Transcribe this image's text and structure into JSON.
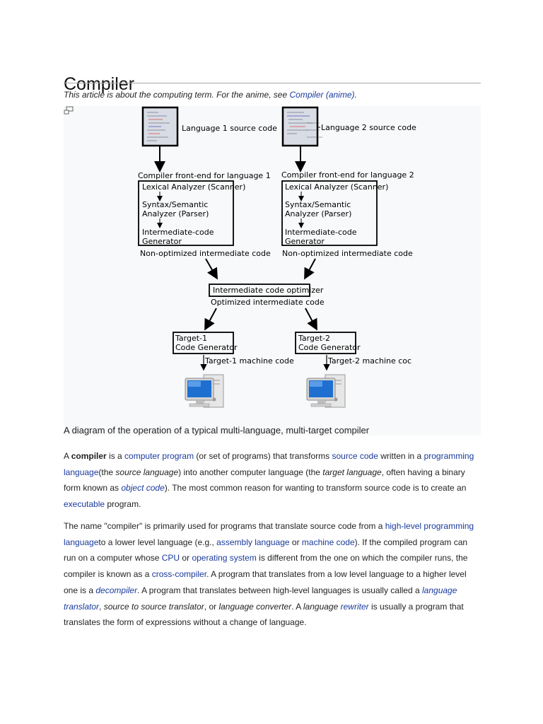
{
  "article": {
    "title": "Compiler",
    "hatnote": {
      "prefix": "This article is about the computing term. For the anime, see ",
      "link": "Compiler (anime)",
      "suffix": "."
    }
  },
  "figure": {
    "caption": "A diagram of the operation of a typical multi-language, multi-target compiler",
    "magnify_icon": "magnify-clip-icon",
    "diagram": {
      "source1_label": "Language 1 source code",
      "source2_label": "Language 2 source code",
      "frontend1_title": "Compiler front-end for language 1",
      "frontend2_title": "Compiler front-end for language 2",
      "lexical": "Lexical Analyzer (Scanner)",
      "syntax_line1": "Syntax/Semantic",
      "syntax_line2": "Analyzer (Parser)",
      "icg_line1": "Intermediate-code",
      "icg_line2": "Generator",
      "nonopt": "Non-optimized intermediate code",
      "optimizer": "Intermediate code optimizer",
      "optimized": "Optimized intermediate code",
      "target1_line1": "Target-1",
      "target1_line2": "Code Generator",
      "target2_line1": "Target-2",
      "target2_line2": "Code Generator",
      "machine1": "Target-1 machine code",
      "machine2": "Target-2 machine coc"
    }
  },
  "paragraph1": {
    "t1": "A ",
    "b1": "compiler",
    "t2": " is a ",
    "l1": "computer program",
    "t3": " (or set of programs) that transforms ",
    "l2": "source code",
    "t4": " written in a ",
    "l3": "programming language",
    "t5": "(the ",
    "i1": "source language",
    "t6": ") into another computer language (the ",
    "i2": "target language",
    "t7": ", often having a binary form known as ",
    "l4": "object code",
    "t8": "). The most common reason for wanting to transform source code is to create an ",
    "l5": "executable",
    "t9": " program."
  },
  "paragraph2": {
    "t1": "The name \"compiler\" is primarily used for programs that translate source code from a ",
    "l1": "high-level programming language",
    "t2": "to a lower level language (e.g., ",
    "l2": "assembly language",
    "t3": " or ",
    "l3": "machine code",
    "t4": "). If the compiled program can run on a computer whose ",
    "l4": "CPU",
    "t5": " or ",
    "l5": "operating system",
    "t6": " is different from the one on which the compiler runs, the compiler is known as a ",
    "l6": "cross-compiler",
    "t7": ". A program that translates from a low level language to a higher level one is a ",
    "l7": "decompiler",
    "t8": ". A program that translates between high-level languages is usually called a ",
    "l8": "language translator",
    "t9": ", ",
    "i1": "source to source translator",
    "t10": ", or ",
    "i2": "language converter",
    "t11": ". A ",
    "i3": "language",
    "t12": " ",
    "l9": "rewriter",
    "t13": " is usually a program that translates the form of expressions without a change of language."
  },
  "colors": {
    "link": "#1a3a9c",
    "figure_bg": "#f8f9fa",
    "monitor_screen": "#1e6fd0"
  }
}
